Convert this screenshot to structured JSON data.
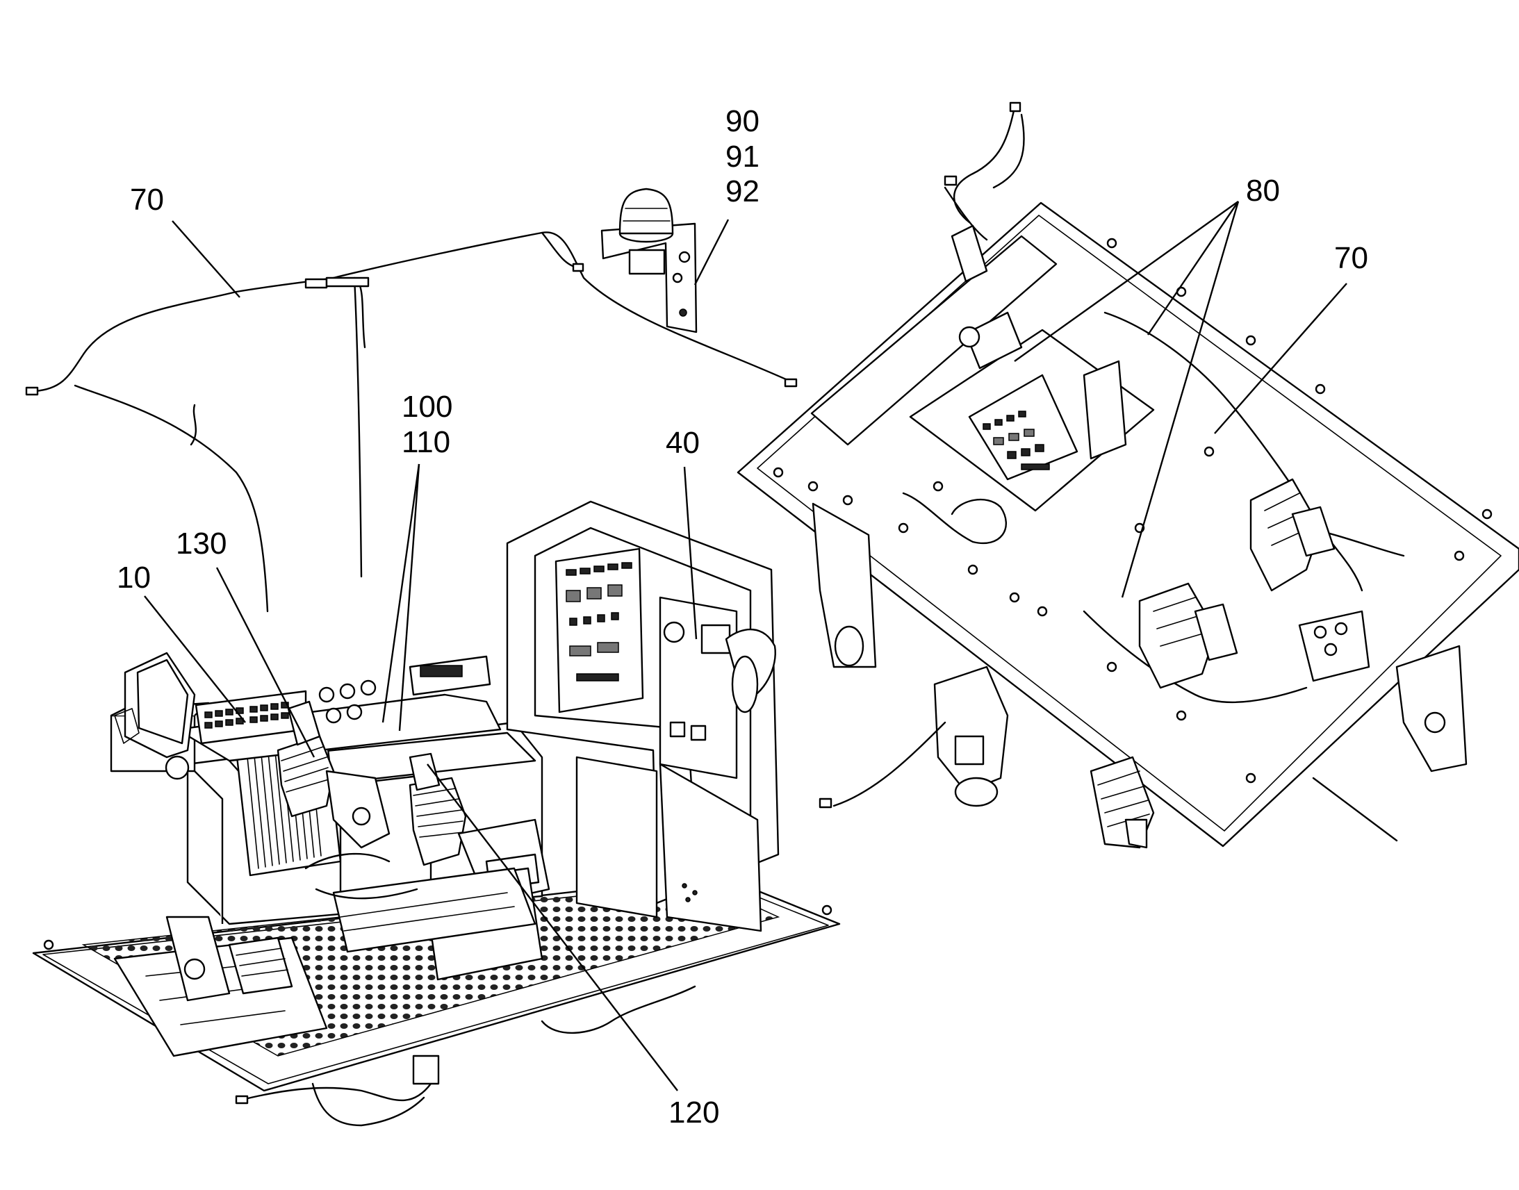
{
  "callouts": {
    "c70_left": "70",
    "c90": "90",
    "c91": "91",
    "c92": "92",
    "c80": "80",
    "c70_right": "70",
    "c100": "100",
    "c110": "110",
    "c40": "40",
    "c130": "130",
    "c10": "10",
    "c120": "120"
  },
  "colors": {
    "line": "#000000",
    "background": "#ffffff",
    "fill_dark": "#222222"
  }
}
